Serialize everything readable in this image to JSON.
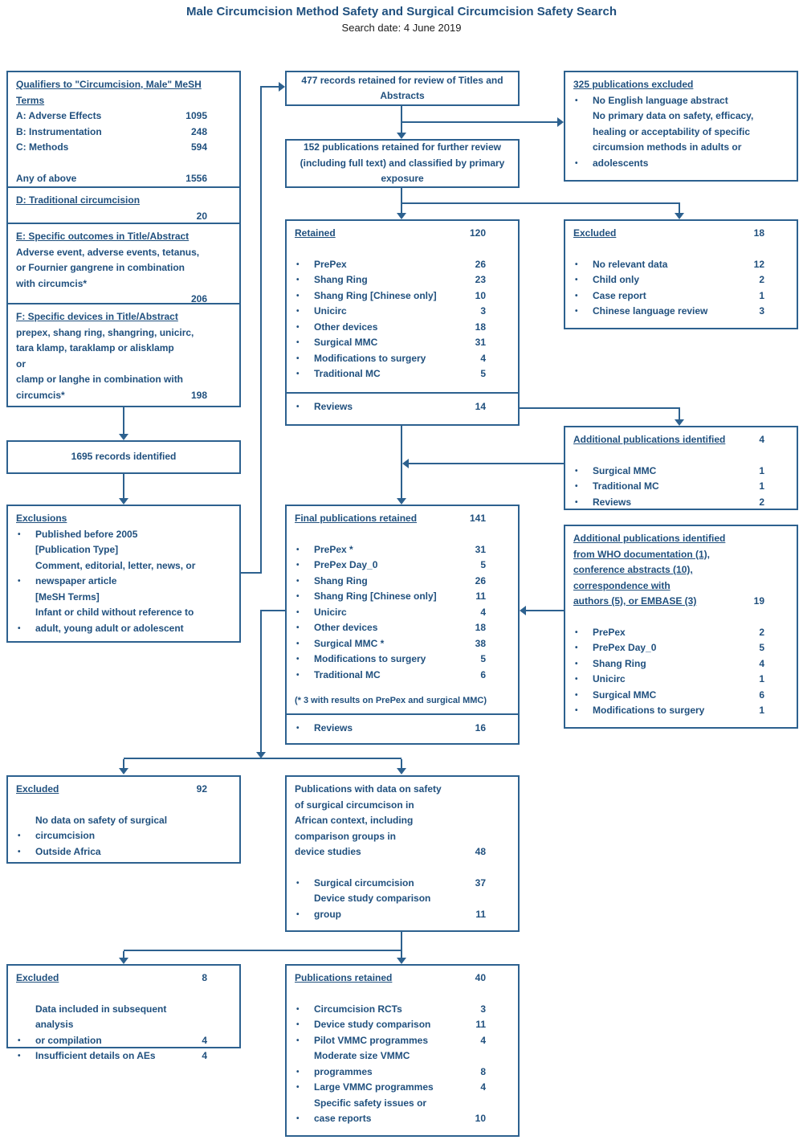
{
  "title": "Male Circumcision Method Safety and Surgical Circumcision Safety Search",
  "subtitle": "Search date: 4 June 2019",
  "colors": {
    "accent": "#20507E",
    "border": "#2D618F"
  },
  "boxes": {
    "qualifiers": {
      "title": "Qualifiers to \"Circumcision, Male\" MeSH Terms",
      "rows": [
        {
          "label": "A: Adverse Effects",
          "value": "1095"
        },
        {
          "label": "B: Instrumentation",
          "value": "248"
        },
        {
          "label": "C: Methods",
          "value": "594"
        }
      ],
      "total_label": "Any of above",
      "total_value": "1556"
    },
    "box_d": {
      "title": "D: Traditional circumcision",
      "value": "20"
    },
    "box_e": {
      "title": "E: Specific outcomes in Title/Abstract",
      "body": "Adverse event, adverse events, tetanus,\nor Fournier gangrene in combination\nwith circumcis*",
      "value": "206"
    },
    "box_f": {
      "title": "F: Specific devices in Title/Abstract",
      "body": "prepex, shang ring, shangring, unicirc,\ntara klamp, taraklamp or alisklamp\nor\nclamp or langhe in combination with",
      "body_last": "circumcis*",
      "value": "198"
    },
    "records_1695": {
      "text": "1695 records identified"
    },
    "exclusions": {
      "title": "Exclusions",
      "bullets": [
        "Published before 2005",
        "[Publication Type]\nComment, editorial, letter, news, or\nnewspaper article",
        "[MeSH Terms]\nInfant or child without reference to\nadult, young adult or adolescent"
      ]
    },
    "records_477": {
      "text": "477 records retained for review of Titles and Abstracts"
    },
    "pubs_152": {
      "text": "152 publications retained for further review (including full text) and classified by primary exposure"
    },
    "excluded_325": {
      "title": "325 publications excluded",
      "bullets": [
        "No English language abstract",
        "No primary data on safety, efficacy,\nhealing or acceptability  of  specific\ncircumsion methods in adults or\nadolescents"
      ]
    },
    "retained_120": {
      "title": "Retained",
      "value": "120",
      "items": [
        {
          "label": "PrePex",
          "value": "26"
        },
        {
          "label": "Shang Ring",
          "value": "23"
        },
        {
          "label": "Shang Ring [Chinese only]",
          "value": "10"
        },
        {
          "label": "Unicirc",
          "value": "3"
        },
        {
          "label": "Other devices",
          "value": "18"
        },
        {
          "label": "Surgical MMC",
          "value": "31"
        },
        {
          "label": "Modifications to surgery",
          "value": "4"
        },
        {
          "label": "Traditional MC",
          "value": "5"
        }
      ],
      "reviews": {
        "label": "Reviews",
        "value": "14"
      }
    },
    "excluded_18": {
      "title": "Excluded",
      "value": "18",
      "items": [
        {
          "label": "No relevant data",
          "value": "12"
        },
        {
          "label": "Child only",
          "value": "2"
        },
        {
          "label": "Case report",
          "value": "1"
        },
        {
          "label": "Chinese language review",
          "value": "3"
        }
      ]
    },
    "additional_4": {
      "title": "Additional publications identified",
      "value": "4",
      "items": [
        {
          "label": "Surgical MMC",
          "value": "1"
        },
        {
          "label": "Traditional MC",
          "value": "1"
        },
        {
          "label": "Reviews",
          "value": "2"
        }
      ]
    },
    "final_141": {
      "title": "Final publications retained",
      "value": "141",
      "items": [
        {
          "label": "PrePex *",
          "value": "31"
        },
        {
          "label": "PrePex Day_0",
          "value": "5"
        },
        {
          "label": "Shang Ring",
          "value": "26"
        },
        {
          "label": "Shang Ring [Chinese only]",
          "value": "11"
        },
        {
          "label": "Unicirc",
          "value": "4"
        },
        {
          "label": "Other devices",
          "value": "18"
        },
        {
          "label": "Surgical MMC *",
          "value": "38"
        },
        {
          "label": "Modifications to surgery",
          "value": "5"
        },
        {
          "label": "Traditional MC",
          "value": "6"
        }
      ],
      "note": "(* 3 with  results on PrePex and surgical MMC)",
      "reviews": {
        "label": "Reviews",
        "value": "16"
      }
    },
    "additional_19": {
      "title": "Additional publications identified\nfrom WHO documentation (1),\nconference abstracts (10),\ncorrespondence with",
      "title_last": "authors (5), or EMBASE (3)",
      "value": "19",
      "items": [
        {
          "label": "PrePex",
          "value": "2"
        },
        {
          "label": "PrePex Day_0",
          "value": "5"
        },
        {
          "label": "Shang Ring",
          "value": "4"
        },
        {
          "label": "Unicirc",
          "value": "1"
        },
        {
          "label": "Surgical MMC",
          "value": "6"
        },
        {
          "label": "Modifications to surgery",
          "value": "1"
        }
      ]
    },
    "excluded_92": {
      "title": "Excluded",
      "value": "92",
      "bullets": [
        "No  data on safety of surgical\ncircumcision",
        "Outside Africa"
      ]
    },
    "pubs_safety_48": {
      "body": "Publications with data on safety\nof surgical circumcison in\nAfrican context, including\ncomparison groups in",
      "body_last": "device studies",
      "value": "48",
      "items": [
        {
          "label": "Surgical circumcision",
          "value": "37"
        },
        {
          "label": "Device study comparison\ngroup",
          "value": "11"
        }
      ]
    },
    "excluded_8": {
      "title": "Excluded",
      "value": "8",
      "items": [
        {
          "label": "Data included in subsequent analysis\nor compilation",
          "value": "4"
        },
        {
          "label": "Insufficient details on AEs",
          "value": "4"
        }
      ]
    },
    "pubs_retained_40": {
      "title": "Publications retained",
      "value": "40",
      "items": [
        {
          "label": "Circumcision RCTs",
          "value": "3"
        },
        {
          "label": "Device study comparison",
          "value": "11"
        },
        {
          "label": "Pilot VMMC programmes",
          "value": "4"
        },
        {
          "label": "Moderate size VMMC\nprogrammes",
          "value": "8"
        },
        {
          "label": "Large  VMMC programmes",
          "value": "4"
        },
        {
          "label": "Specific safety issues or\ncase reports",
          "value": "10"
        }
      ]
    }
  }
}
